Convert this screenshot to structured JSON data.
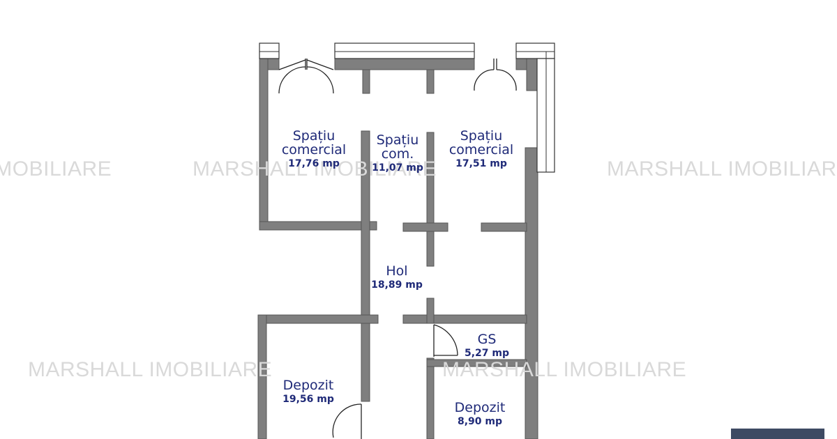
{
  "watermark": {
    "text": "MARSHALL IMOBILIARE",
    "color": "#d9d9d9"
  },
  "colors": {
    "wall": "#7f7f7f",
    "wall_outline": "#555555",
    "label": "#1f2a78",
    "corner_box": "#3e4a63"
  },
  "rooms": [
    {
      "name": "Spațiu comercial",
      "area": "17,76 mp"
    },
    {
      "name": "Spațiu com.",
      "area": "11,07 mp"
    },
    {
      "name": "Spațiu comercial",
      "area": "17,51 mp"
    },
    {
      "name": "Hol",
      "area": "18,89 mp"
    },
    {
      "name": "GS",
      "area": "5,27 mp"
    },
    {
      "name": "Depozit",
      "area": "19,56 mp"
    },
    {
      "name": "Depozit",
      "area": "8,90 mp"
    }
  ]
}
